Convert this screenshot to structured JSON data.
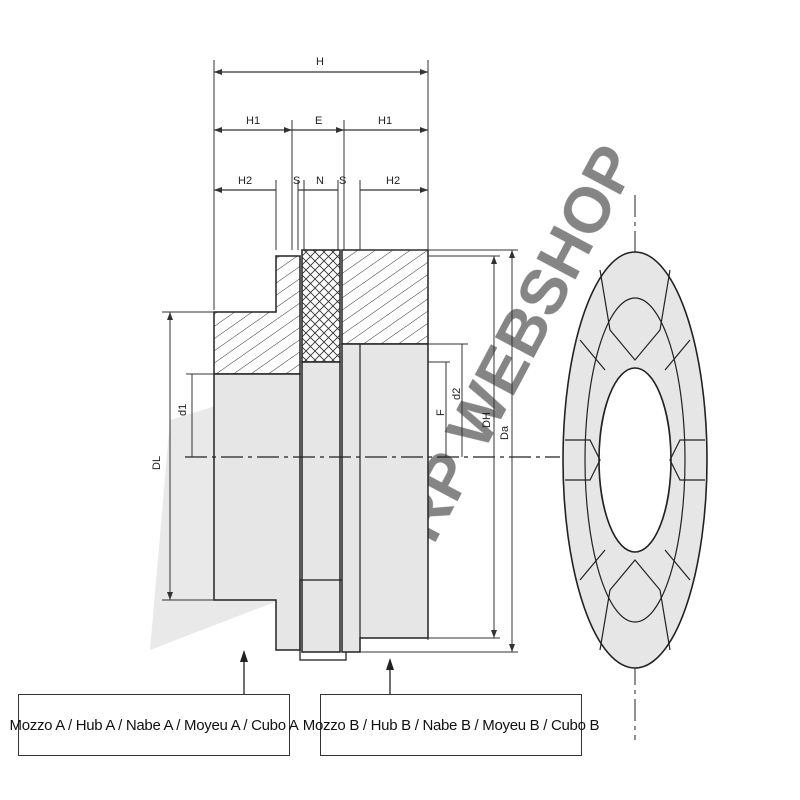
{
  "dimensions": {
    "overall_length": "H",
    "hub_length_left": "H1",
    "gap_length": "E",
    "hub_length_right": "H1",
    "hub_inner_left": "H2",
    "s_left": "S",
    "spider_width": "N",
    "s_right": "S",
    "hub_inner_right": "H2",
    "bore_left": "d1",
    "bore_right": "d2",
    "hub_diameter_left": "DL",
    "hub_diameter_right": "DH",
    "f_label": "F",
    "outer_diameter": "Da"
  },
  "labels": {
    "hub_a": "Mozzo A / Hub A / Nabe A / Moyeu A / Cubo A",
    "hub_b": "Mozzo B / Hub B / Nabe B / Moyeu B / Cubo B"
  },
  "watermark": "RP WEBSHOP",
  "colors": {
    "line": "#222222",
    "fill": "#e6e6e6",
    "watermark": "#c9c9c9"
  }
}
